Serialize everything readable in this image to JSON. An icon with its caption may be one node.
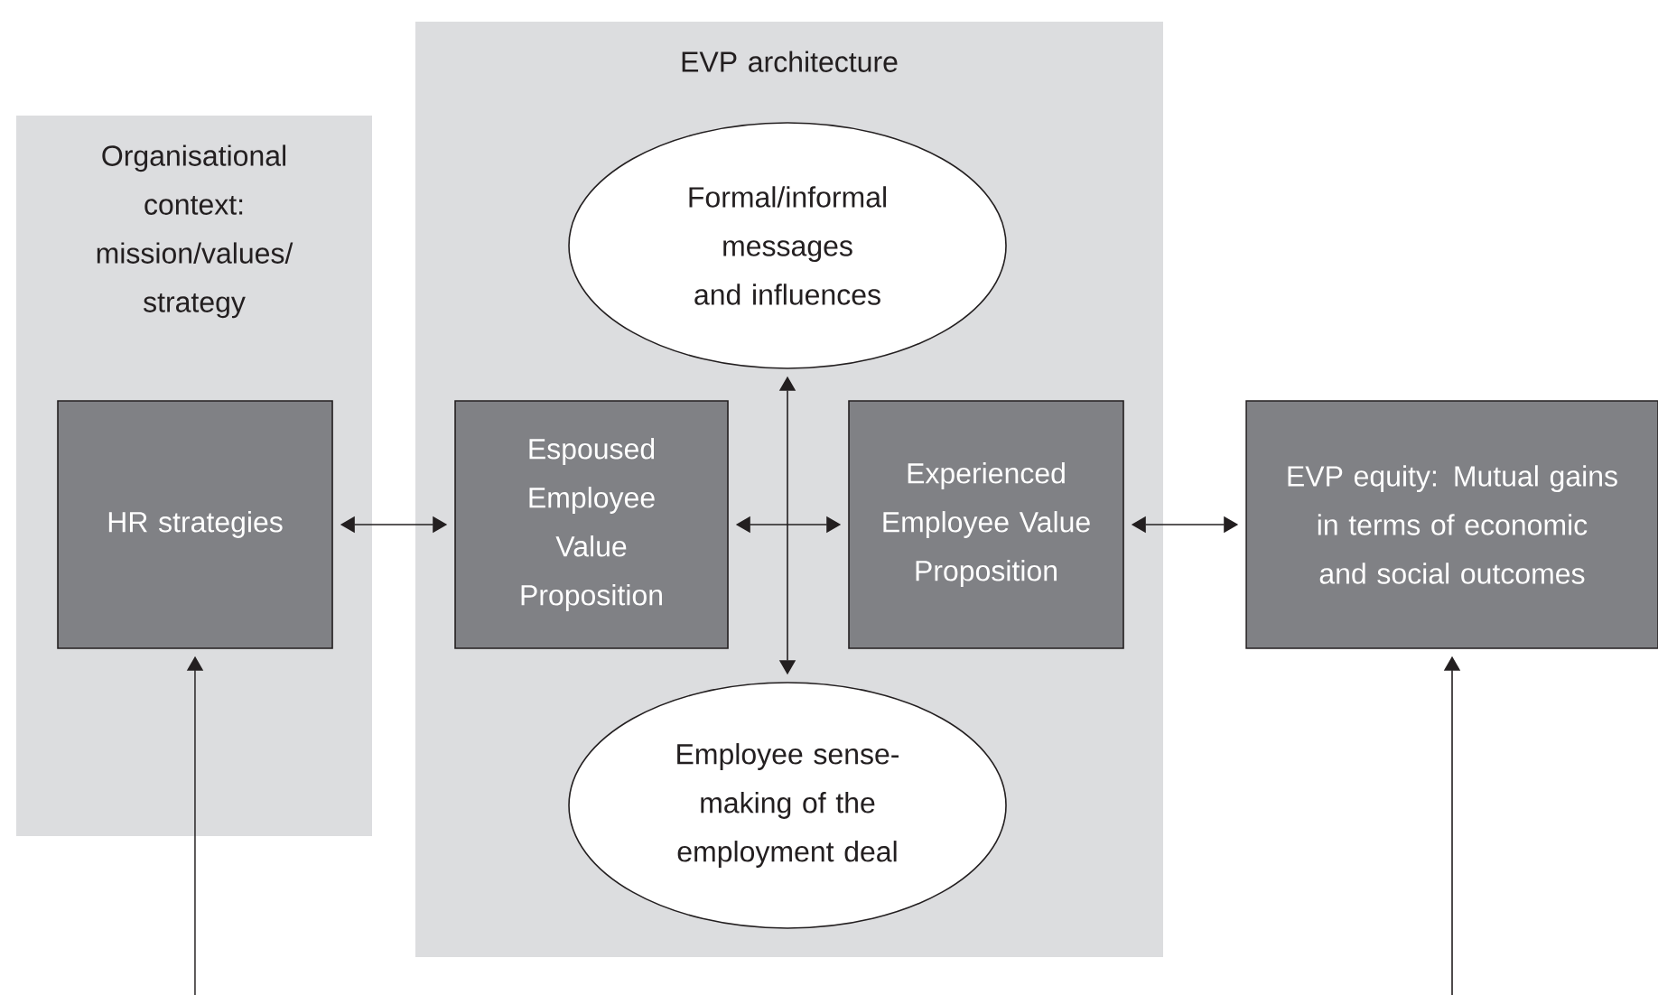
{
  "diagram": {
    "nodes": [
      {
        "text": [
          "Organisational context: mission/values/ strategy"
        ]
      },
      {
        "text": [
          "HR strategies"
        ],
        "in": 0
      },
      {
        "text": [
          "EVP architecture"
        ]
      },
      {
        "text": [
          "Formal/informal messages and influences"
        ],
        "in": 2
      },
      {
        "text": [
          "Espoused Employee Value Proposition"
        ],
        "in": 2
      },
      {
        "text": [
          "Experienced Employee Value Proposition"
        ],
        "in": 2
      },
      {
        "text": [
          "Employee sense-making of the employment deal"
        ],
        "in": 2
      },
      {
        "text": [
          "EVP equity: Mutual gains in terms of economic and social outcomes"
        ]
      }
    ],
    "edges": [
      {
        "from": 1,
        "to": 4,
        "arrow": "both"
      },
      {
        "from": 4,
        "to": 5,
        "arrow": "both"
      },
      {
        "from": 3,
        "to": 6,
        "arrow": "both"
      },
      {
        "from": 5,
        "to": 7,
        "arrow": "both"
      },
      {
        "from": null,
        "to": 1,
        "arrow": "to"
      },
      {
        "from": null,
        "to": 7,
        "arrow": "to"
      }
    ]
  }
}
